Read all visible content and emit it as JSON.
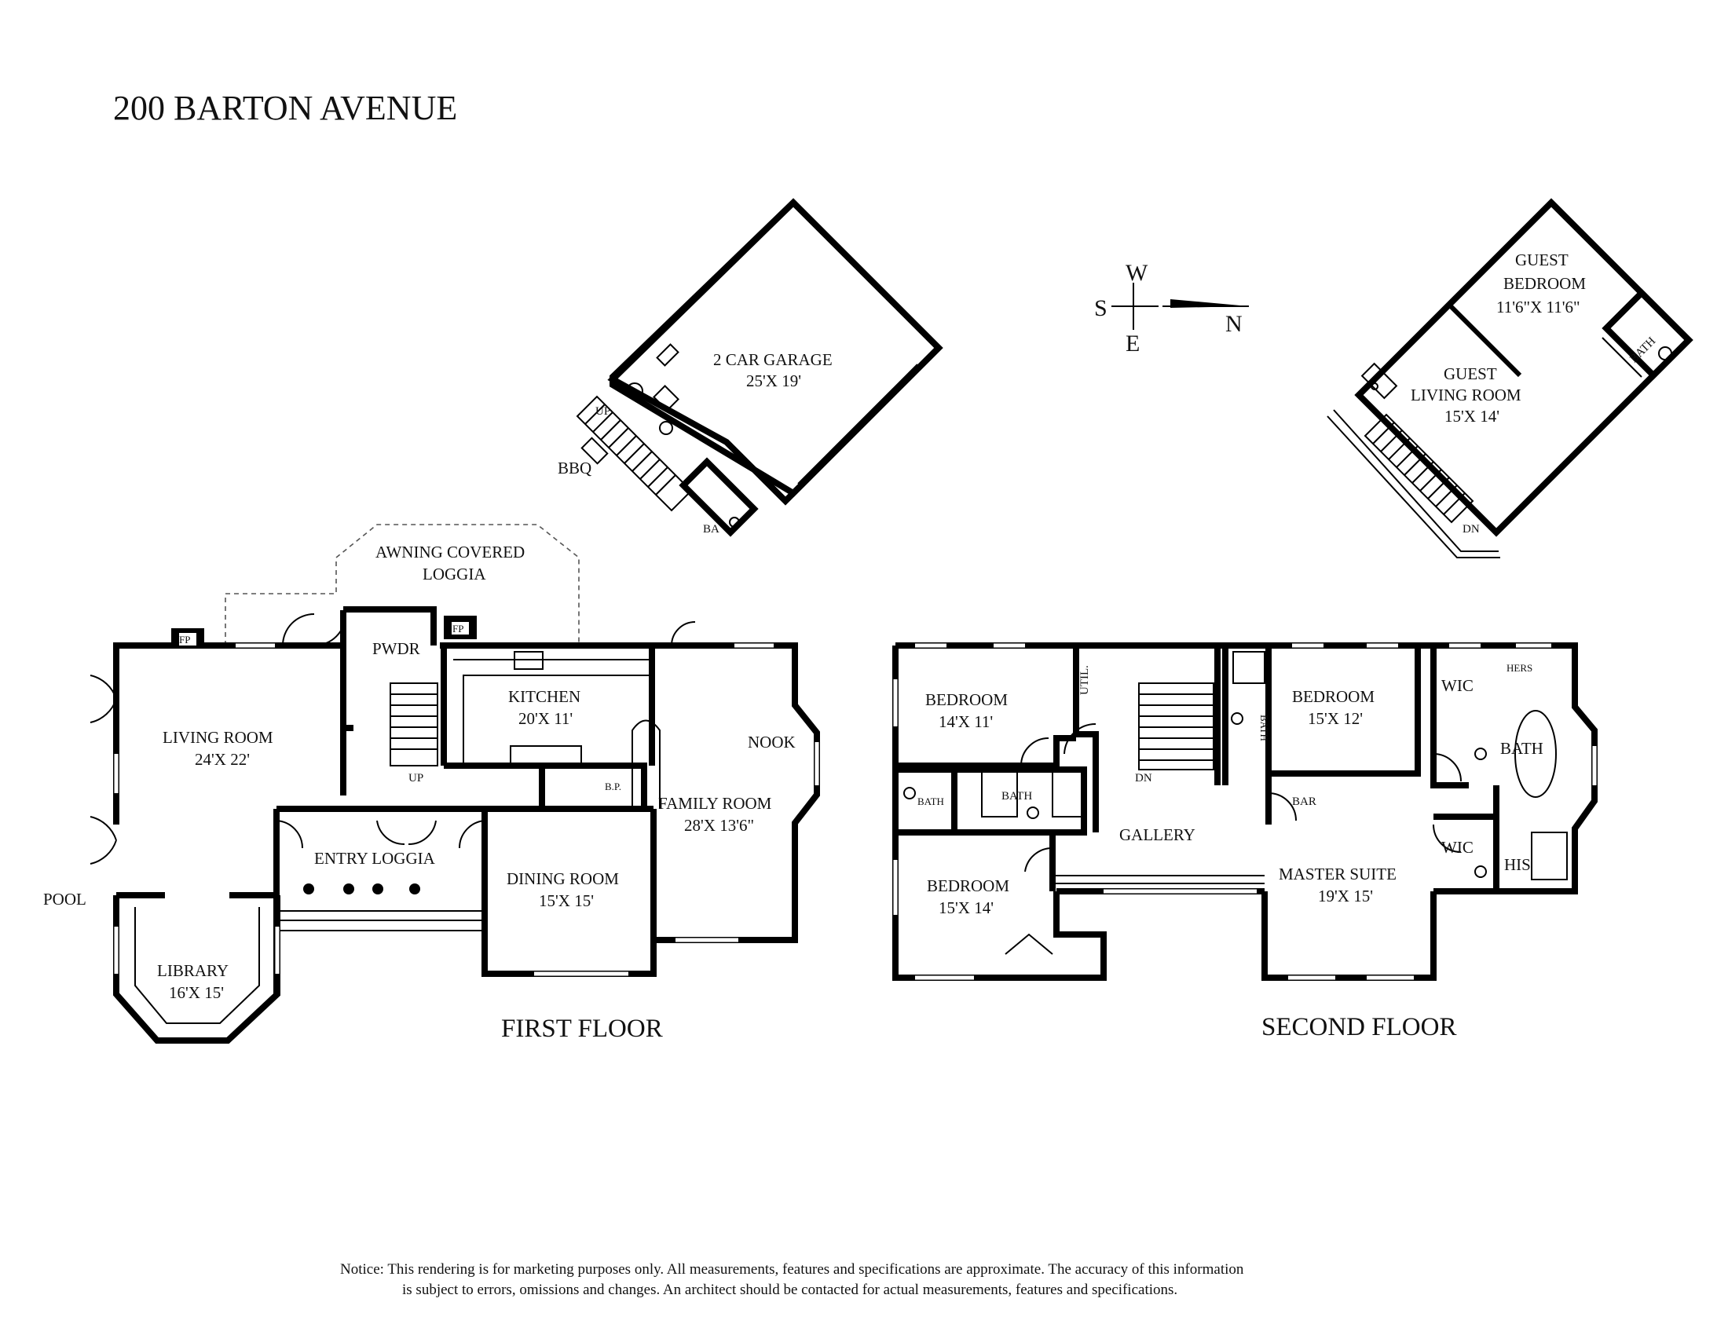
{
  "title": "200 BARTON AVENUE",
  "floors": {
    "first": "FIRST FLOOR",
    "second": "SECOND FLOOR"
  },
  "compass": {
    "w": "W",
    "s": "S",
    "e": "E",
    "n": "N"
  },
  "garage": {
    "name": "2 CAR GARAGE",
    "dims": "25'X 19'",
    "up": "UP",
    "bbq": "BBQ",
    "ba": "BA"
  },
  "guest": {
    "bedroom_name": "GUEST",
    "bedroom_name2": "BEDROOM",
    "bedroom_dims": "11'6\"X 11'6\"",
    "living_name": "GUEST",
    "living_name2": "LIVING ROOM",
    "living_dims": "15'X 14'",
    "bath": "BATH",
    "dn": "DN"
  },
  "first_floor": {
    "awning1": "AWNING COVERED",
    "awning2": "LOGGIA",
    "fp1": "FP",
    "fp2": "FP",
    "pwdr": "PWDR",
    "kitchen": "KITCHEN",
    "kitchen_dims": "20'X 11'",
    "living": "LIVING ROOM",
    "living_dims": "24'X 22'",
    "up": "UP",
    "nook": "NOOK",
    "family": "FAMILY ROOM",
    "family_dims": "28'X 13'6\"",
    "bp": "B.P.",
    "entry": "ENTRY LOGGIA",
    "dining": "DINING ROOM",
    "dining_dims": "15'X 15'",
    "pool": "POOL",
    "library": "LIBRARY",
    "library_dims": "16'X 15'"
  },
  "second_floor": {
    "bed1": "BEDROOM",
    "bed1_dims": "14'X 11'",
    "util": "UTIL.",
    "bath_c": "BATH",
    "bed2": "BEDROOM",
    "bed2_dims": "15'X 12'",
    "wic1": "WIC",
    "hers": "HERS",
    "bath_m": "BATH",
    "bath_l": "BATH",
    "bath_j": "BATH",
    "dn": "DN",
    "bar": "BAR",
    "gallery": "GALLERY",
    "wic2": "WIC",
    "his": "HIS",
    "bed3": "BEDROOM",
    "bed3_dims": "15'X 14'",
    "master": "MASTER SUITE",
    "master_dims": "19'X 15'"
  },
  "notice": {
    "line1": "Notice: This rendering is for marketing purposes only. All measurements, features and specifications are approximate. The accuracy of this information",
    "line2": "is subject to errors, omissions and changes. An architect should be contacted for actual measurements, features and specifications."
  }
}
